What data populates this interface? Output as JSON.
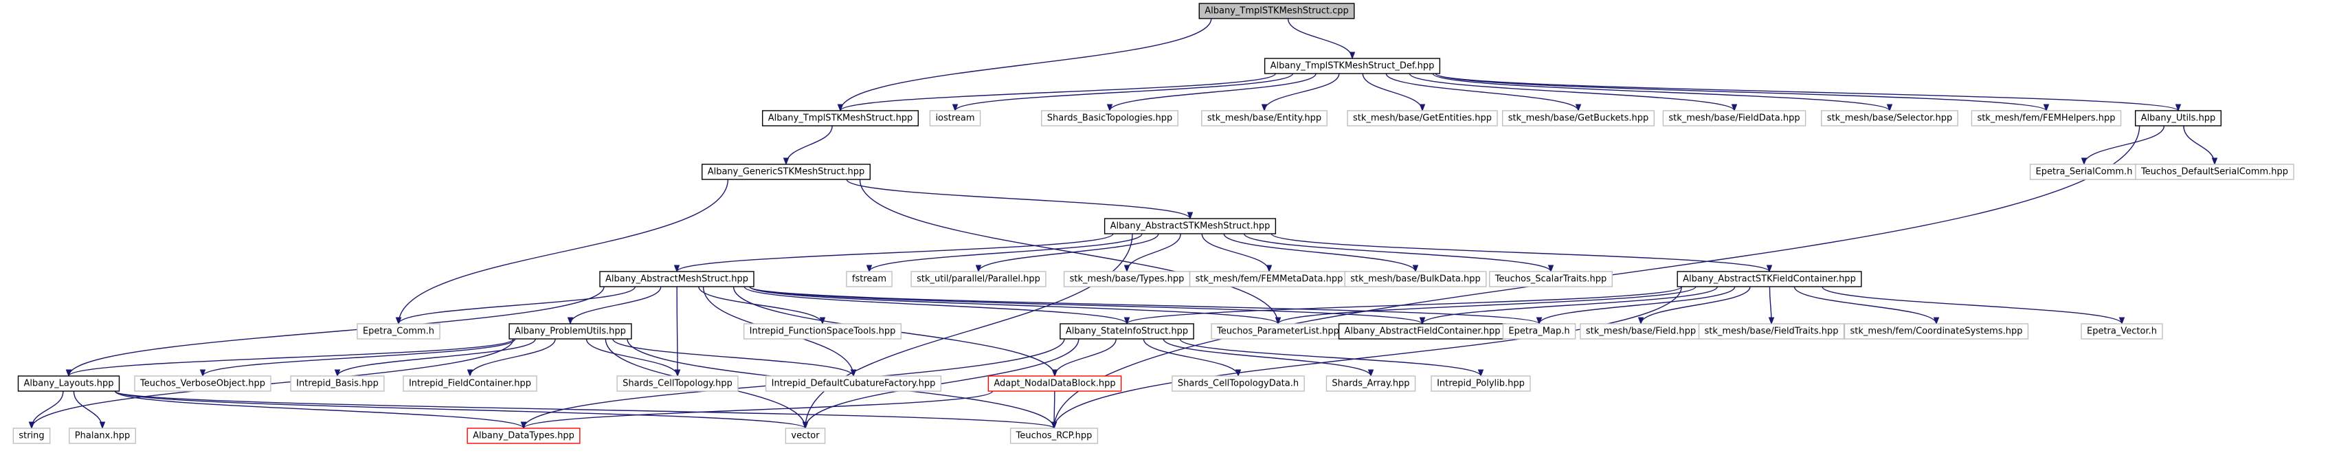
{
  "graph": {
    "nodes": [
      {
        "id": "root",
        "label": "Albany_TmplSTKMeshStruct.cpp",
        "kind": "root"
      },
      {
        "id": "def",
        "label": "Albany_TmplSTKMeshStruct_Def.hpp",
        "kind": "doc"
      },
      {
        "id": "tmpl",
        "label": "Albany_TmplSTKMeshStruct.hpp",
        "kind": "doc"
      },
      {
        "id": "iostream",
        "label": "iostream",
        "kind": "ext"
      },
      {
        "id": "shards_basic",
        "label": "Shards_BasicTopologies.hpp",
        "kind": "ext"
      },
      {
        "id": "stk_entity",
        "label": "stk_mesh/base/Entity.hpp",
        "kind": "ext"
      },
      {
        "id": "stk_getentities",
        "label": "stk_mesh/base/GetEntities.hpp",
        "kind": "ext"
      },
      {
        "id": "stk_getbuckets",
        "label": "stk_mesh/base/GetBuckets.hpp",
        "kind": "ext"
      },
      {
        "id": "stk_fielddata",
        "label": "stk_mesh/base/FieldData.hpp",
        "kind": "ext"
      },
      {
        "id": "stk_selector",
        "label": "stk_mesh/base/Selector.hpp",
        "kind": "ext"
      },
      {
        "id": "stk_femhelpers",
        "label": "stk_mesh/fem/FEMHelpers.hpp",
        "kind": "ext"
      },
      {
        "id": "utils",
        "label": "Albany_Utils.hpp",
        "kind": "doc"
      },
      {
        "id": "generic",
        "label": "Albany_GenericSTKMeshStruct.hpp",
        "kind": "doc"
      },
      {
        "id": "epetra_serial",
        "label": "Epetra_SerialComm.h",
        "kind": "ext"
      },
      {
        "id": "teuchos_dsc",
        "label": "Teuchos_DefaultSerialComm.hpp",
        "kind": "ext"
      },
      {
        "id": "abstract_stk",
        "label": "Albany_AbstractSTKMeshStruct.hpp",
        "kind": "doc"
      },
      {
        "id": "abstract_mesh",
        "label": "Albany_AbstractMeshStruct.hpp",
        "kind": "doc"
      },
      {
        "id": "fstream",
        "label": "fstream",
        "kind": "ext"
      },
      {
        "id": "stk_parallel",
        "label": "stk_util/parallel/Parallel.hpp",
        "kind": "ext"
      },
      {
        "id": "stk_types",
        "label": "stk_mesh/base/Types.hpp",
        "kind": "ext"
      },
      {
        "id": "stk_femmeta",
        "label": "stk_mesh/fem/FEMMetaData.hpp",
        "kind": "ext"
      },
      {
        "id": "stk_bulk",
        "label": "stk_mesh/base/BulkData.hpp",
        "kind": "ext"
      },
      {
        "id": "teuchos_scalar",
        "label": "Teuchos_ScalarTraits.hpp",
        "kind": "ext"
      },
      {
        "id": "abstract_stk_field",
        "label": "Albany_AbstractSTKFieldContainer.hpp",
        "kind": "doc"
      },
      {
        "id": "epetra_comm",
        "label": "Epetra_Comm.h",
        "kind": "ext"
      },
      {
        "id": "problem_utils",
        "label": "Albany_ProblemUtils.hpp",
        "kind": "doc"
      },
      {
        "id": "intrepid_fst",
        "label": "Intrepid_FunctionSpaceTools.hpp",
        "kind": "ext"
      },
      {
        "id": "state_info",
        "label": "Albany_StateInfoStruct.hpp",
        "kind": "doc"
      },
      {
        "id": "teuchos_pl",
        "label": "Teuchos_ParameterList.hpp",
        "kind": "ext"
      },
      {
        "id": "abstract_field",
        "label": "Albany_AbstractFieldContainer.hpp",
        "kind": "doc"
      },
      {
        "id": "epetra_map",
        "label": "Epetra_Map.h",
        "kind": "ext"
      },
      {
        "id": "stk_field",
        "label": "stk_mesh/base/Field.hpp",
        "kind": "ext"
      },
      {
        "id": "stk_fieldtraits",
        "label": "stk_mesh/base/FieldTraits.hpp",
        "kind": "ext"
      },
      {
        "id": "stk_coordsys",
        "label": "stk_mesh/fem/CoordinateSystems.hpp",
        "kind": "ext"
      },
      {
        "id": "epetra_vector",
        "label": "Epetra_Vector.h",
        "kind": "ext"
      },
      {
        "id": "layouts",
        "label": "Albany_Layouts.hpp",
        "kind": "doc"
      },
      {
        "id": "teuchos_vo",
        "label": "Teuchos_VerboseObject.hpp",
        "kind": "ext"
      },
      {
        "id": "intrepid_basis",
        "label": "Intrepid_Basis.hpp",
        "kind": "ext"
      },
      {
        "id": "intrepid_fc",
        "label": "Intrepid_FieldContainer.hpp",
        "kind": "ext"
      },
      {
        "id": "shards_celltopo",
        "label": "Shards_CellTopology.hpp",
        "kind": "ext"
      },
      {
        "id": "intrepid_dcf",
        "label": "Intrepid_DefaultCubatureFactory.hpp",
        "kind": "ext"
      },
      {
        "id": "adapt_nodal",
        "label": "Adapt_NodalDataBlock.hpp",
        "kind": "red"
      },
      {
        "id": "shards_ctd",
        "label": "Shards_CellTopologyData.h",
        "kind": "ext"
      },
      {
        "id": "shards_array",
        "label": "Shards_Array.hpp",
        "kind": "ext"
      },
      {
        "id": "intrepid_polylib",
        "label": "Intrepid_Polylib.hpp",
        "kind": "ext"
      },
      {
        "id": "string",
        "label": "string",
        "kind": "ext"
      },
      {
        "id": "phalanx",
        "label": "Phalanx.hpp",
        "kind": "ext"
      },
      {
        "id": "datatypes",
        "label": "Albany_DataTypes.hpp",
        "kind": "red"
      },
      {
        "id": "vector",
        "label": "vector",
        "kind": "ext"
      },
      {
        "id": "teuchos_rcp",
        "label": "Teuchos_RCP.hpp",
        "kind": "ext"
      }
    ],
    "edges": [
      [
        "root",
        "tmpl"
      ],
      [
        "root",
        "def"
      ],
      [
        "def",
        "tmpl"
      ],
      [
        "def",
        "iostream"
      ],
      [
        "def",
        "shards_basic"
      ],
      [
        "def",
        "stk_entity"
      ],
      [
        "def",
        "stk_getentities"
      ],
      [
        "def",
        "stk_getbuckets"
      ],
      [
        "def",
        "stk_fielddata"
      ],
      [
        "def",
        "stk_selector"
      ],
      [
        "def",
        "stk_femhelpers"
      ],
      [
        "def",
        "utils"
      ],
      [
        "tmpl",
        "generic"
      ],
      [
        "utils",
        "epetra_serial"
      ],
      [
        "utils",
        "teuchos_dsc"
      ],
      [
        "utils",
        "teuchos_rcp"
      ],
      [
        "generic",
        "abstract_stk"
      ],
      [
        "generic",
        "epetra_comm"
      ],
      [
        "generic",
        "teuchos_pl"
      ],
      [
        "abstract_stk",
        "abstract_mesh"
      ],
      [
        "abstract_stk",
        "fstream"
      ],
      [
        "abstract_stk",
        "stk_parallel"
      ],
      [
        "abstract_stk",
        "stk_types"
      ],
      [
        "abstract_stk",
        "stk_femmeta"
      ],
      [
        "abstract_stk",
        "stk_bulk"
      ],
      [
        "abstract_stk",
        "teuchos_scalar"
      ],
      [
        "abstract_stk",
        "abstract_stk_field"
      ],
      [
        "abstract_stk",
        "vector"
      ],
      [
        "abstract_mesh",
        "epetra_comm"
      ],
      [
        "abstract_mesh",
        "problem_utils"
      ],
      [
        "abstract_mesh",
        "intrepid_fst"
      ],
      [
        "abstract_mesh",
        "state_info"
      ],
      [
        "abstract_mesh",
        "teuchos_pl"
      ],
      [
        "abstract_mesh",
        "abstract_field"
      ],
      [
        "abstract_mesh",
        "epetra_map"
      ],
      [
        "abstract_mesh",
        "layouts"
      ],
      [
        "abstract_mesh",
        "shards_celltopo"
      ],
      [
        "abstract_mesh",
        "intrepid_dcf"
      ],
      [
        "abstract_mesh",
        "adapt_nodal"
      ],
      [
        "abstract_stk_field",
        "abstract_field"
      ],
      [
        "abstract_stk_field",
        "teuchos_pl"
      ],
      [
        "abstract_stk_field",
        "epetra_map"
      ],
      [
        "abstract_stk_field",
        "stk_field"
      ],
      [
        "abstract_stk_field",
        "stk_fieldtraits"
      ],
      [
        "abstract_stk_field",
        "stk_coordsys"
      ],
      [
        "abstract_stk_field",
        "epetra_vector"
      ],
      [
        "abstract_stk_field",
        "state_info"
      ],
      [
        "abstract_stk_field",
        "teuchos_rcp"
      ],
      [
        "problem_utils",
        "layouts"
      ],
      [
        "problem_utils",
        "teuchos_vo"
      ],
      [
        "problem_utils",
        "intrepid_basis"
      ],
      [
        "problem_utils",
        "intrepid_fc"
      ],
      [
        "problem_utils",
        "shards_celltopo"
      ],
      [
        "problem_utils",
        "intrepid_dcf"
      ],
      [
        "problem_utils",
        "string"
      ],
      [
        "problem_utils",
        "vector"
      ],
      [
        "problem_utils",
        "teuchos_rcp"
      ],
      [
        "state_info",
        "adapt_nodal"
      ],
      [
        "state_info",
        "shards_ctd"
      ],
      [
        "state_info",
        "shards_array"
      ],
      [
        "state_info",
        "intrepid_polylib"
      ],
      [
        "state_info",
        "vector"
      ],
      [
        "state_info",
        "datatypes"
      ],
      [
        "adapt_nodal",
        "teuchos_rcp"
      ],
      [
        "adapt_nodal",
        "datatypes"
      ],
      [
        "layouts",
        "string"
      ],
      [
        "layouts",
        "phalanx"
      ],
      [
        "layouts",
        "datatypes"
      ],
      [
        "layouts",
        "vector"
      ],
      [
        "layouts",
        "teuchos_rcp"
      ]
    ]
  }
}
